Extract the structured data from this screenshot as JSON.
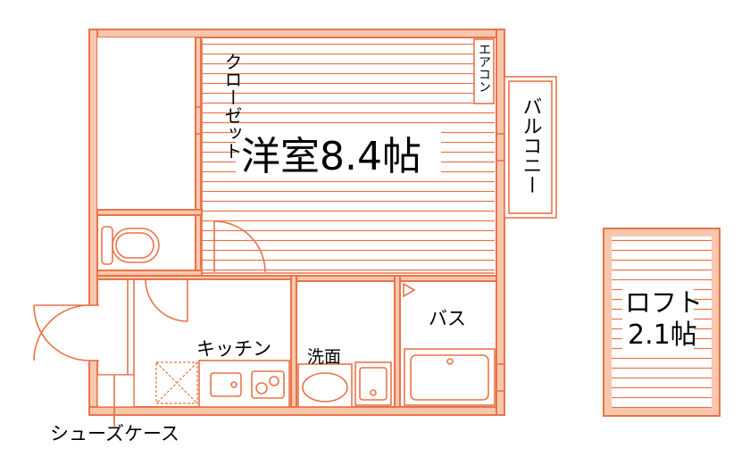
{
  "floorplan": {
    "rooms": {
      "western_room": "洋室8.4帖",
      "closet": "クローゼット",
      "aircon": "エアコン",
      "balcony": "バルコニー",
      "kitchen": "キッチン",
      "washroom": "洗面",
      "bath": "バス",
      "shoe_case": "シューズケース"
    },
    "loft": {
      "line1": "ロフト",
      "line2": "2.1帖"
    },
    "colors": {
      "wall_stroke": "#e8744a",
      "wall_fill": "#f7c7ad",
      "background": "#ffffff",
      "text": "#000000"
    }
  }
}
